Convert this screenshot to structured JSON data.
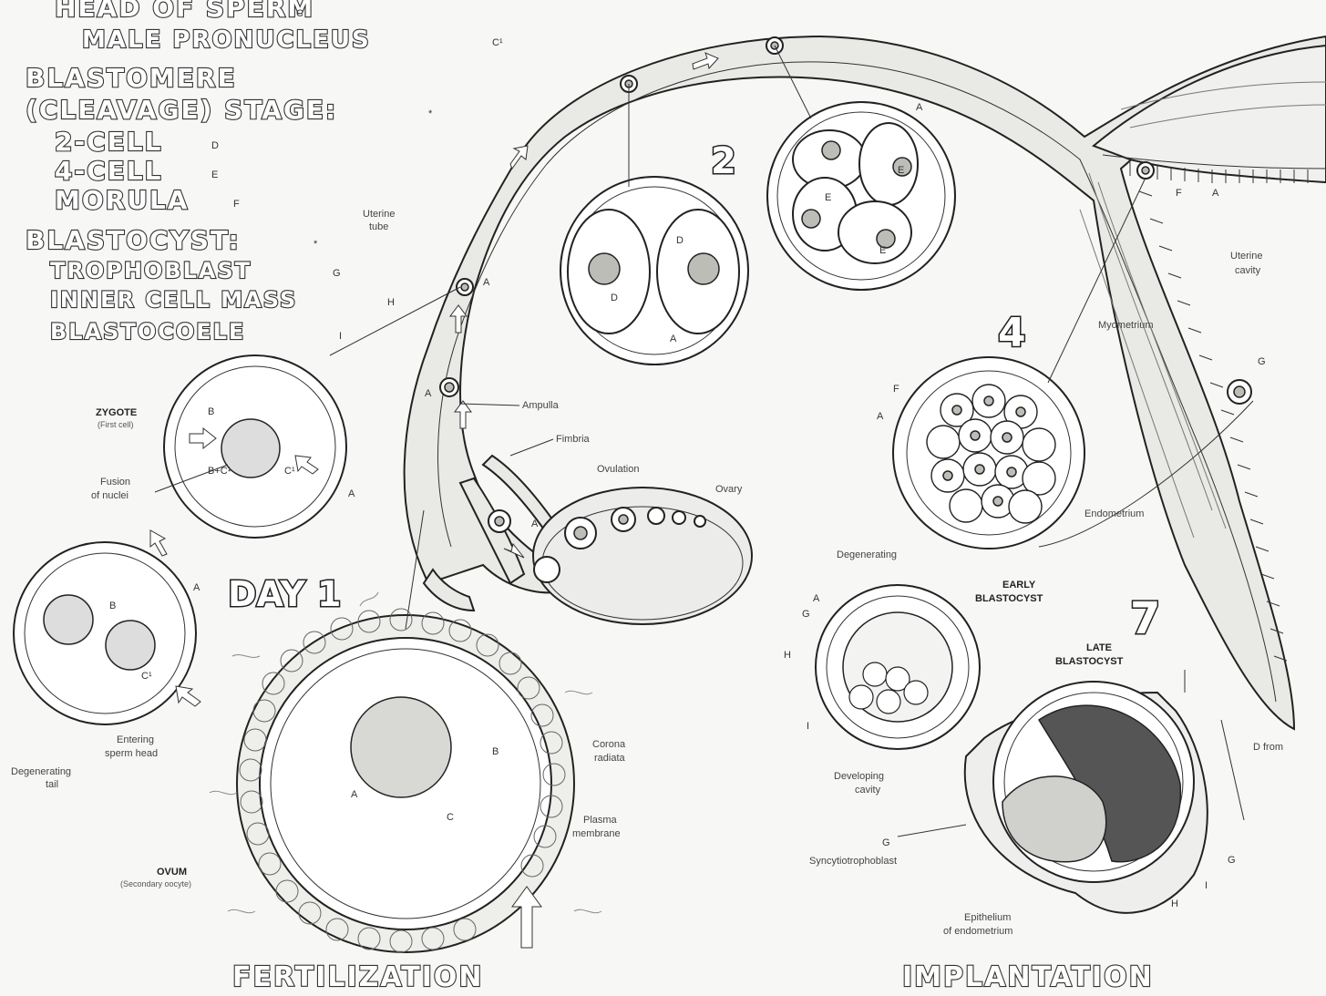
{
  "legend": {
    "head_of_sperm": "HEAD OF SPERM",
    "head_of_sperm_letter": "C",
    "male_pronucleus": "MALE PRONUCLEUS",
    "male_pronucleus_letter": "C¹",
    "blastomere_line1": "BLASTOMERE",
    "blastomere_line2": "(CLEAVAGE) STAGE:",
    "blastomere_letter": "*",
    "two_cell": "2-CELL",
    "two_cell_letter": "D",
    "four_cell": "4-CELL",
    "four_cell_letter": "E",
    "morula": "MORULA",
    "morula_letter": "F",
    "blastocyst": "BLASTOCYST:",
    "blastocyst_letter": "*",
    "trophoblast": "TROPHOBLAST",
    "trophoblast_letter": "G",
    "inner_cell_mass": "INNER CELL MASS",
    "inner_cell_mass_letter": "H",
    "blastocoele": "BLASTOCOELE",
    "blastocoele_letter": "I"
  },
  "headings": {
    "fertilization": "FERTILIZATION",
    "implantation": "IMPLANTATION",
    "day1": "DAY 1",
    "day2": "2",
    "day4": "4",
    "day7": "7"
  },
  "labels": {
    "uterine_tube_1": "Uterine",
    "uterine_tube_2": "tube",
    "ampulla": "Ampulla",
    "fimbria": "Fimbria",
    "ovulation": "Ovulation",
    "ovary": "Ovary",
    "uterine_cavity_1": "Uterine",
    "uterine_cavity_2": "cavity",
    "myometrium": "Myometrium",
    "endometrium": "Endometrium",
    "zygote": "ZYGOTE",
    "zygote_sub": "(First cell)",
    "fusion_1": "Fusion",
    "fusion_2": "of nuclei",
    "entering_1": "Entering",
    "entering_2": "sperm head",
    "degenerating_tail_1": "Degenerating",
    "degenerating_tail_2": "tail",
    "ovum": "OVUM",
    "ovum_sub": "(Secondary oocyte)",
    "corona_1": "Corona",
    "corona_2": "radiata",
    "plasma_1": "Plasma",
    "plasma_2": "membrane",
    "degenerating": "Degenerating",
    "early_blastocyst_1": "EARLY",
    "early_blastocyst_2": "BLASTOCYST",
    "late_blastocyst_1": "LATE",
    "late_blastocyst_2": "BLASTOCYST",
    "developing_1": "Developing",
    "developing_2": "cavity",
    "syncytiotrophoblast": "Syncytiotrophoblast",
    "epithelium_1": "Epithelium",
    "epithelium_2": "of endometrium",
    "d_from": "D from"
  },
  "letters": {
    "A": "A",
    "B": "B",
    "C": "C",
    "C1": "C¹",
    "BC": "B+C¹",
    "D": "D",
    "E": "E",
    "F": "F",
    "G": "G",
    "H": "H",
    "I": "I"
  }
}
